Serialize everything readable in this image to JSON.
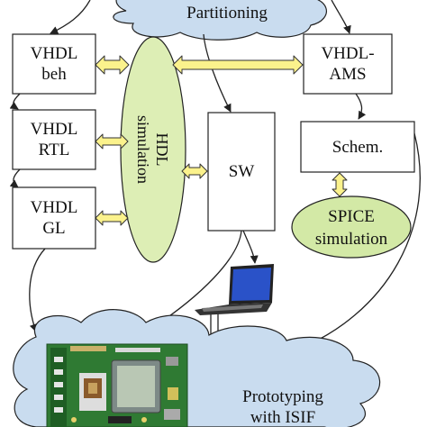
{
  "diagram": {
    "colors": {
      "cloud_fill": "#c9dcef",
      "hdl_fill": "#ddeeb5",
      "spice_fill": "#d3e9a6",
      "arrow_fill": "#fbf28c",
      "box_fill": "#ffffff",
      "stroke": "#222222"
    },
    "nodes": {
      "partitioning": "Partitioning",
      "vhdl_beh": [
        "VHDL",
        "beh"
      ],
      "vhdl_rtl": [
        "VHDL",
        "RTL"
      ],
      "vhdl_gl": [
        "VHDL",
        "GL"
      ],
      "hdl_sim": [
        "HDL",
        "simulation"
      ],
      "sw": "SW",
      "vhdl_ams": [
        "VHDL-",
        "AMS"
      ],
      "schem": "Schem.",
      "spice": [
        "SPICE",
        "simulation"
      ],
      "prototyping": [
        "Prototyping",
        "with ISIF"
      ]
    },
    "icons": [
      "laptop-icon",
      "circuit-board-image"
    ]
  }
}
